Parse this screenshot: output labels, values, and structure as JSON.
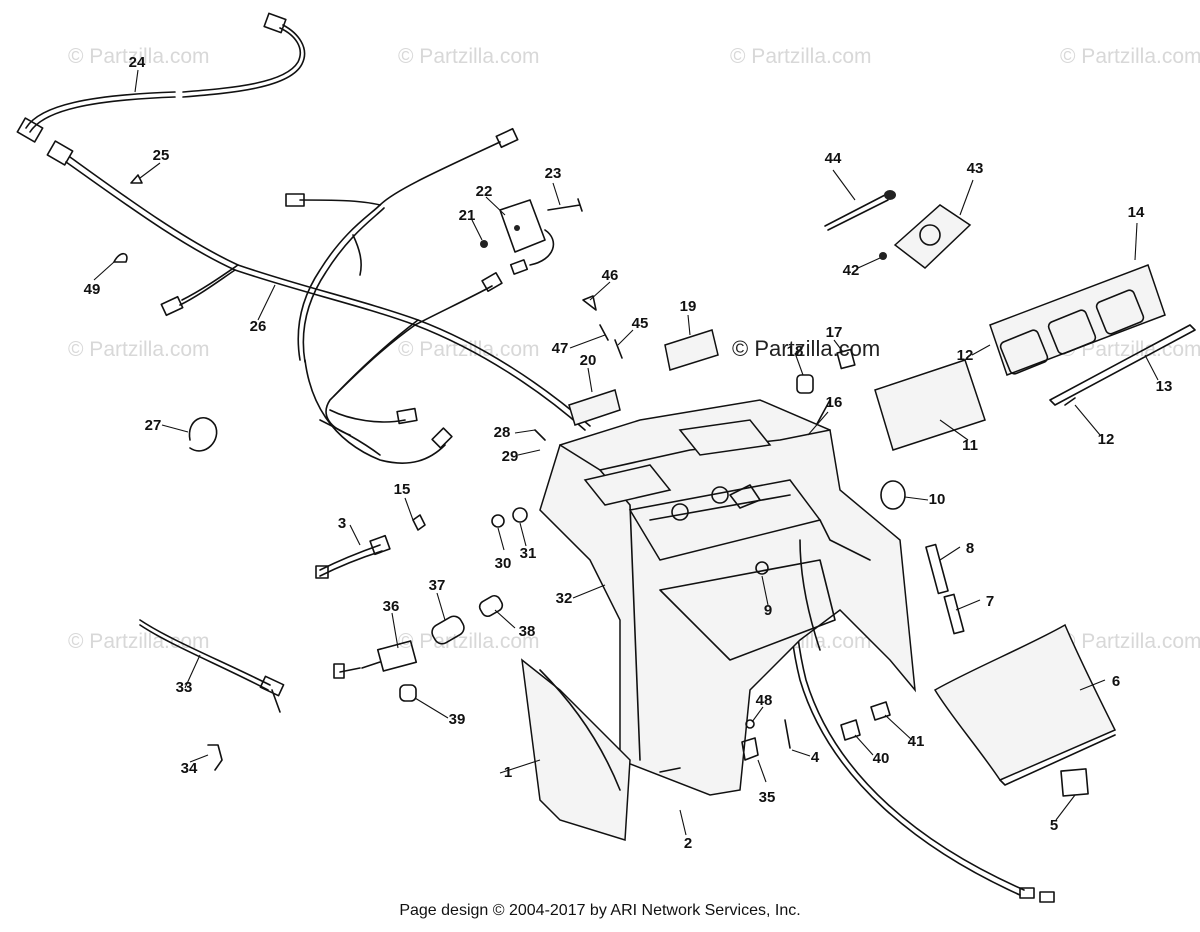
{
  "watermark": "© Partzilla.com",
  "footer": "Page design © 2004-2017 by ARI Network Services, Inc.",
  "callouts": [
    "1",
    "2",
    "3",
    "4",
    "5",
    "6",
    "7",
    "8",
    "9",
    "10",
    "11",
    "12",
    "12",
    "13",
    "14",
    "15",
    "16",
    "17",
    "18",
    "19",
    "20",
    "21",
    "22",
    "23",
    "24",
    "25",
    "26",
    "27",
    "28",
    "29",
    "30",
    "31",
    "32",
    "33",
    "34",
    "35",
    "36",
    "37",
    "38",
    "39",
    "40",
    "41",
    "42",
    "43",
    "44",
    "45",
    "46",
    "47",
    "48",
    "49"
  ]
}
